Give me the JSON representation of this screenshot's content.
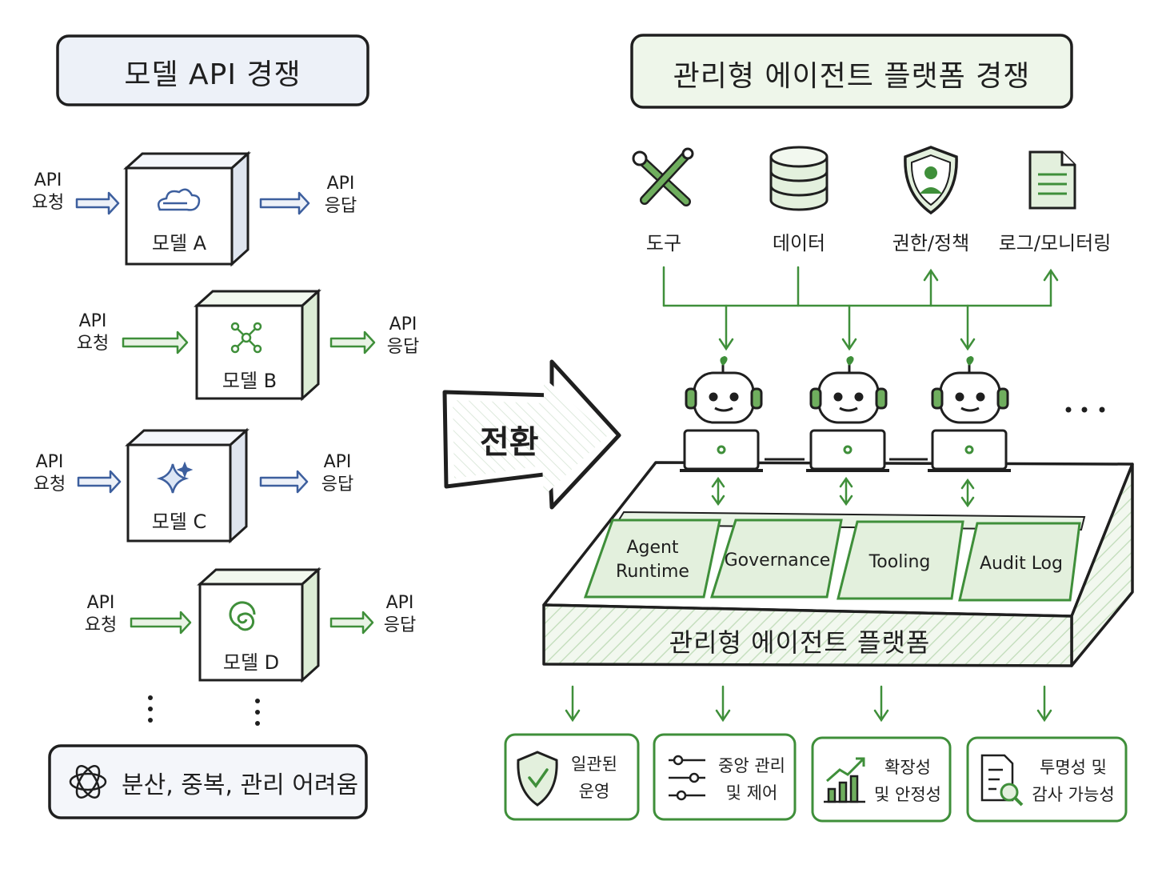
{
  "left": {
    "title": "모델 API 경쟁",
    "models": [
      {
        "label": "모델 A",
        "in_label": "API\n요청",
        "out_label": "API\n응답",
        "icon": "cloud-icon",
        "arrow_color": "#3d5f9e"
      },
      {
        "label": "모델 B",
        "in_label": "API\n요청",
        "out_label": "API\n응답",
        "icon": "network-icon",
        "arrow_color": "#3f8f3a"
      },
      {
        "label": "모델 C",
        "in_label": "API\n요청",
        "out_label": "API\n응답",
        "icon": "sparkle-icon",
        "arrow_color": "#3d5f9e"
      },
      {
        "label": "모델 D",
        "in_label": "API\n요청",
        "out_label": "API\n응답",
        "icon": "spiral-icon",
        "arrow_color": "#3f8f3a"
      }
    ],
    "bottom_text": "분산, 중복, 관리 어려움",
    "bottom_icon": "knot-icon"
  },
  "transition": {
    "label": "전환"
  },
  "right": {
    "title": "관리형 에이전트 플랫폼 경쟁",
    "resources": [
      {
        "label": "도구",
        "icon": "tools-icon"
      },
      {
        "label": "데이터",
        "icon": "database-icon"
      },
      {
        "label": "권한/정책",
        "icon": "shield-user-icon"
      },
      {
        "label": "로그/모니터링",
        "icon": "document-icon"
      }
    ],
    "modules": [
      "Agent\nRuntime",
      "Governance",
      "Tooling",
      "Audit Log"
    ],
    "platform_label": "관리형 에이전트 플랫폼",
    "benefits": [
      {
        "text": "일관된\n운영",
        "icon": "shield-check-icon"
      },
      {
        "text": "중앙 관리\n및 제어",
        "icon": "sliders-icon"
      },
      {
        "text": "확장성\n및 안정성",
        "icon": "growth-chart-icon"
      },
      {
        "text": "투명성 및\n감사 가능성",
        "icon": "audit-doc-icon"
      }
    ]
  },
  "colors": {
    "green": "#3f8f3a",
    "green_fill": "#e9f3e5",
    "blue": "#3d5f9e",
    "blue_fill": "#edf1f8",
    "ink": "#1f1f1f"
  }
}
